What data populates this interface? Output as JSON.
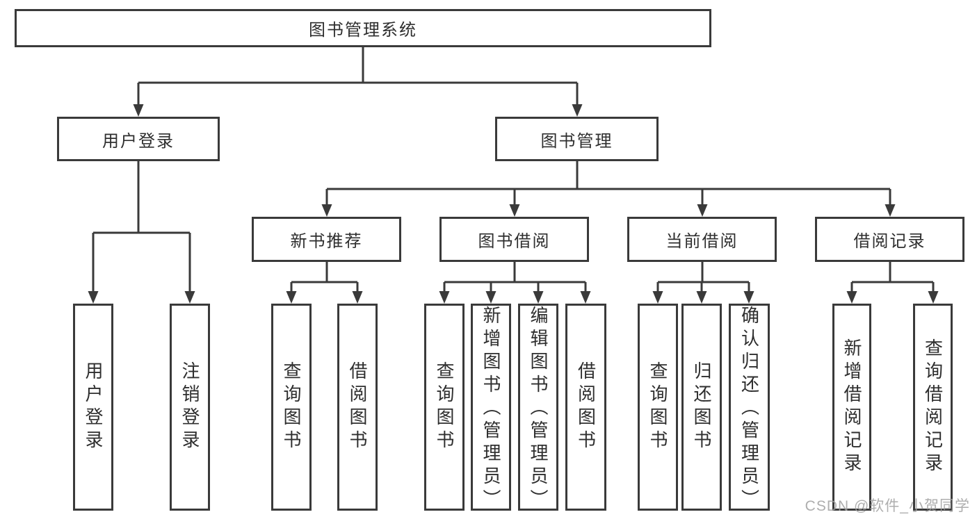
{
  "diagram": {
    "tree": {
      "label": "图书管理系统",
      "children": [
        {
          "label": "用户登录",
          "children": [
            {
              "label": "用户登录"
            },
            {
              "label": "注销登录"
            }
          ]
        },
        {
          "label": "图书管理",
          "children": [
            {
              "label": "新书推荐",
              "children": [
                {
                  "label": "查询图书"
                },
                {
                  "label": "借阅图书"
                }
              ]
            },
            {
              "label": "图书借阅",
              "children": [
                {
                  "label": "查询图书"
                },
                {
                  "label": "新增图书（管理员）"
                },
                {
                  "label": "编辑图书（管理员）"
                },
                {
                  "label": "借阅图书"
                }
              ]
            },
            {
              "label": "当前借阅",
              "children": [
                {
                  "label": "查询图书"
                },
                {
                  "label": "归还图书"
                },
                {
                  "label": "确认归还（管理员）"
                }
              ]
            },
            {
              "label": "借阅记录",
              "children": [
                {
                  "label": "新增借阅记录"
                },
                {
                  "label": "查询借阅记录"
                }
              ]
            }
          ]
        }
      ]
    },
    "line_color": "#3a3a3a",
    "watermark": {
      "text": "CSDN @软件_小贺同学"
    }
  }
}
